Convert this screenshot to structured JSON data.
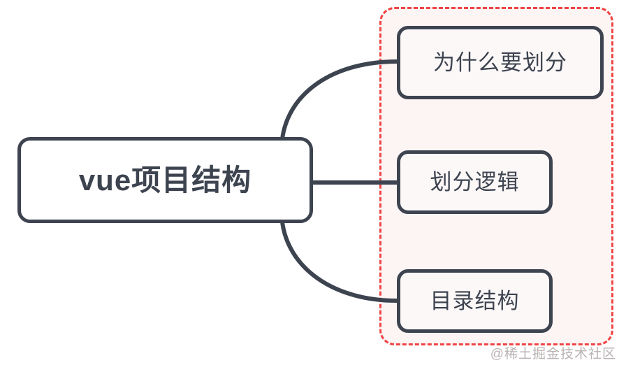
{
  "diagram": {
    "type": "mindmap",
    "colors": {
      "node_border": "#3d4450",
      "node_text": "#3d4450",
      "root_fill": "#ffffff",
      "child_fill": "#fdf8f8",
      "group_fill": "#fdf4f4",
      "group_border": "#ef4444",
      "edge": "#3d4450",
      "watermark_text": "#b9b2b2"
    },
    "root": {
      "label": "vue项目结构"
    },
    "children": [
      {
        "label": "为什么要划分"
      },
      {
        "label": "划分逻辑"
      },
      {
        "label": "目录结构"
      }
    ],
    "group_annotation": {
      "style": "dashed-red-rounded-rectangle",
      "encloses": [
        "为什么要划分",
        "划分逻辑",
        "目录结构"
      ]
    },
    "watermark": {
      "text": "@稀土掘金技术社区"
    }
  }
}
